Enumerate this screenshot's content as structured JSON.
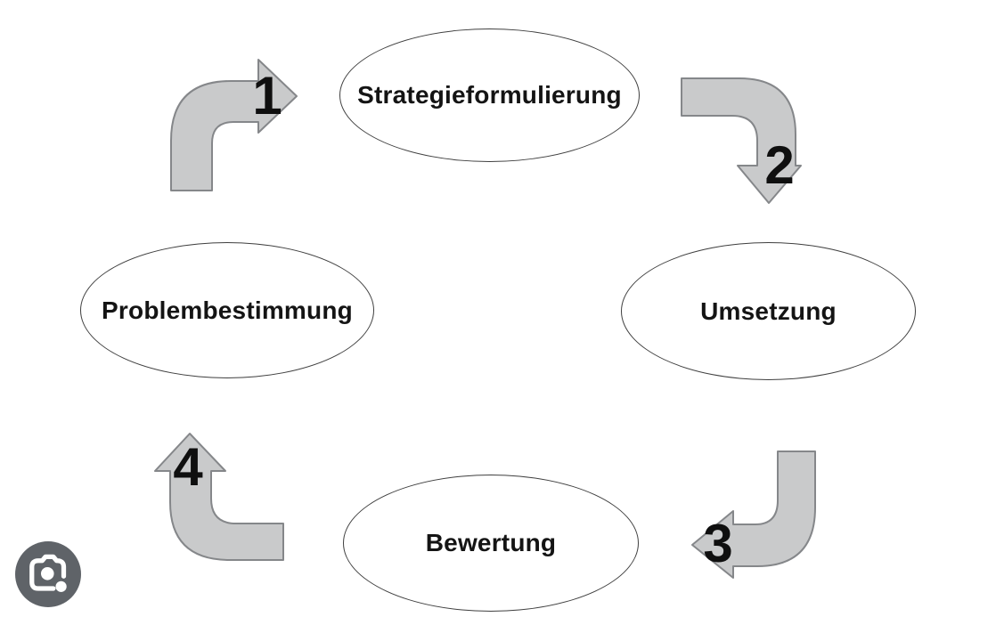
{
  "diagram": {
    "type": "cycle",
    "nodes": [
      {
        "id": "strategieformulierung",
        "label": "Strategieformulierung",
        "position": "top"
      },
      {
        "id": "umsetzung",
        "label": "Umsetzung",
        "position": "right"
      },
      {
        "id": "bewertung",
        "label": "Bewertung",
        "position": "bottom"
      },
      {
        "id": "problembestimmung",
        "label": "Problembestimmung",
        "position": "left"
      }
    ],
    "arrows": [
      {
        "number": "1",
        "from": "problembestimmung",
        "to": "strategieformulierung",
        "direction": "up-then-right"
      },
      {
        "number": "2",
        "from": "strategieformulierung",
        "to": "umsetzung",
        "direction": "right-then-down"
      },
      {
        "number": "3",
        "from": "umsetzung",
        "to": "bewertung",
        "direction": "down-then-left"
      },
      {
        "number": "4",
        "from": "bewertung",
        "to": "problembestimmung",
        "direction": "left-then-up"
      }
    ],
    "colors": {
      "background": "#ffffff",
      "node_fill": "#ffffff",
      "node_border": "#3f3f3f",
      "arrow_fill": "#c9cacb",
      "arrow_stroke": "#85878a",
      "text": "#141414",
      "lens_button_background": "#5f6368",
      "lens_glyph": "#ffffff"
    }
  },
  "overlay": {
    "lens_button_icon": "google-lens-camera-icon"
  }
}
